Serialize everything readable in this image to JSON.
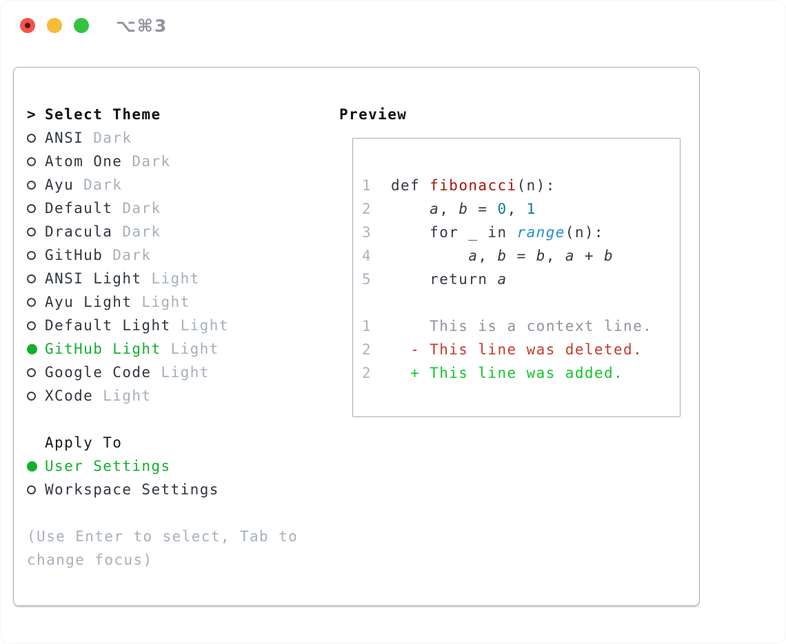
{
  "window": {
    "title": "⌥⌘3",
    "traffic_lights": {
      "close_color": "#f4534a",
      "close_dot_color": "#5c1410",
      "minimize_color": "#f7bc35",
      "zoom_color": "#33c341"
    }
  },
  "panel": {
    "select_theme": {
      "prefix": ">",
      "title": "Select Theme",
      "items": [
        {
          "name": "ANSI",
          "tag": "Dark",
          "selected": false
        },
        {
          "name": "Atom One",
          "tag": "Dark",
          "selected": false
        },
        {
          "name": "Ayu",
          "tag": "Dark",
          "selected": false
        },
        {
          "name": "Default",
          "tag": "Dark",
          "selected": false
        },
        {
          "name": "Dracula",
          "tag": "Dark",
          "selected": false
        },
        {
          "name": "GitHub",
          "tag": "Dark",
          "selected": false
        },
        {
          "name": "ANSI Light",
          "tag": "Light",
          "selected": false
        },
        {
          "name": "Ayu Light",
          "tag": "Light",
          "selected": false
        },
        {
          "name": "Default Light",
          "tag": "Light",
          "selected": false
        },
        {
          "name": "GitHub Light",
          "tag": "Light",
          "selected": true
        },
        {
          "name": "Google Code",
          "tag": "Light",
          "selected": false
        },
        {
          "name": "XCode",
          "tag": "Light",
          "selected": false
        }
      ]
    },
    "apply_to": {
      "title": "Apply To",
      "items": [
        {
          "name": "User Settings",
          "selected": true
        },
        {
          "name": "Workspace Settings",
          "selected": false
        }
      ]
    },
    "hint": "(Use Enter to select, Tab to change focus)"
  },
  "preview": {
    "title": "Preview",
    "lines": [
      {
        "num": "1",
        "tokens": [
          {
            "t": "def ",
            "c": "fg"
          },
          {
            "t": "fibonacci",
            "c": "fn"
          },
          {
            "t": "(n):",
            "c": "fg"
          }
        ]
      },
      {
        "num": "2",
        "tokens": [
          {
            "t": "    ",
            "c": "fg"
          },
          {
            "t": "a",
            "c": "var"
          },
          {
            "t": ", ",
            "c": "fg"
          },
          {
            "t": "b",
            "c": "var"
          },
          {
            "t": " = ",
            "c": "fg"
          },
          {
            "t": "0",
            "c": "num"
          },
          {
            "t": ", ",
            "c": "fg"
          },
          {
            "t": "1",
            "c": "num"
          }
        ]
      },
      {
        "num": "3",
        "tokens": [
          {
            "t": "    for _ in ",
            "c": "fg"
          },
          {
            "t": "range",
            "c": "builtin"
          },
          {
            "t": "(n):",
            "c": "fg"
          }
        ]
      },
      {
        "num": "4",
        "tokens": [
          {
            "t": "        ",
            "c": "fg"
          },
          {
            "t": "a",
            "c": "var"
          },
          {
            "t": ", ",
            "c": "fg"
          },
          {
            "t": "b",
            "c": "var"
          },
          {
            "t": " = ",
            "c": "fg"
          },
          {
            "t": "b",
            "c": "var"
          },
          {
            "t": ", ",
            "c": "fg"
          },
          {
            "t": "a",
            "c": "var"
          },
          {
            "t": " + ",
            "c": "fg"
          },
          {
            "t": "b",
            "c": "var"
          }
        ]
      },
      {
        "num": "5",
        "tokens": [
          {
            "t": "    return ",
            "c": "fg"
          },
          {
            "t": "a",
            "c": "var"
          }
        ]
      },
      {
        "num": "",
        "tokens": []
      },
      {
        "num": "1",
        "tokens": [
          {
            "t": "    This is a context line.",
            "c": "ctx"
          }
        ]
      },
      {
        "num": "2",
        "tokens": [
          {
            "t": "  - This line was deleted.",
            "c": "del"
          }
        ]
      },
      {
        "num": "2",
        "tokens": [
          {
            "t": "  + This line was added.",
            "c": "add"
          }
        ]
      }
    ]
  },
  "colors": {
    "selection_green": "#12b02f",
    "diff_added_green": "#13c42b",
    "diff_deleted_red": "#c33b29",
    "function_red": "#a81409",
    "number_teal": "#0b7f8d",
    "builtin_blue": "#2090cc",
    "border_gray": "#a4acb6",
    "muted_gray": "#a7b0ba",
    "text_dark": "#30373f",
    "line_number_gray": "#aab3bd"
  }
}
